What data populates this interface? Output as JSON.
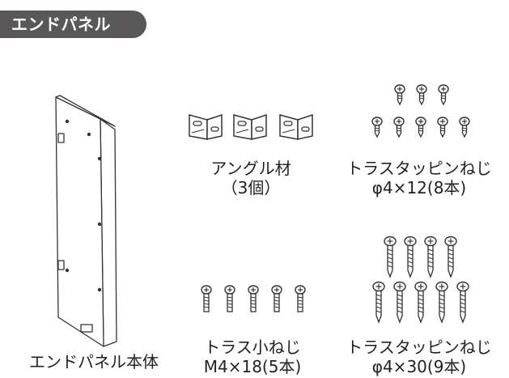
{
  "section_title": "エンドパネル",
  "parts": {
    "end_panel": {
      "label": "エンドパネル本体"
    },
    "angle": {
      "name": "アングル材",
      "qty": "（3個）",
      "count": 3
    },
    "screw_short": {
      "name": "トラスタッピンねじ",
      "spec": "φ4×12(8本)",
      "count": 8
    },
    "machine_screw": {
      "name": "トラス小ねじ",
      "spec": "M4×18(5本)",
      "count": 5
    },
    "screw_long": {
      "name": "トラスタッピンねじ",
      "spec": "φ4×30(9本)",
      "count": 9
    }
  },
  "colors": {
    "tab_bg": "#595757",
    "tab_text": "#ffffff",
    "line": "#333333"
  },
  "icons": [
    "end-panel-illustration",
    "angle-bracket-icon",
    "tapping-screw-icon",
    "machine-screw-icon"
  ]
}
